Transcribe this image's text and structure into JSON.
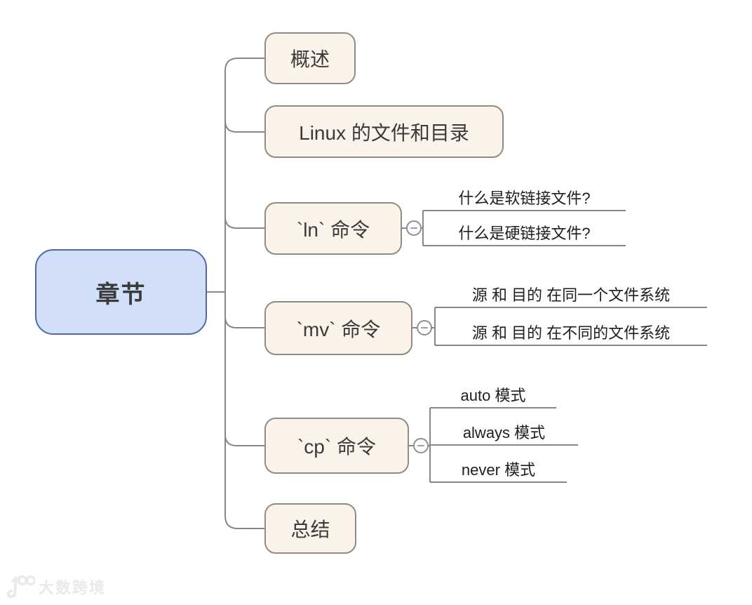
{
  "mindmap": {
    "root": {
      "label": "章节"
    },
    "branches": [
      {
        "label": "概述"
      },
      {
        "label": "Linux 的文件和目录"
      },
      {
        "label": "`ln` 命令",
        "children": [
          {
            "label": "什么是软链接文件?"
          },
          {
            "label": "什么是硬链接文件?"
          }
        ]
      },
      {
        "label": "`mv` 命令",
        "children": [
          {
            "label": "源 和 目的 在同一个文件系统"
          },
          {
            "label": "源 和 目的 在不同的文件系统"
          }
        ]
      },
      {
        "label": "`cp` 命令",
        "children": [
          {
            "label": "auto 模式"
          },
          {
            "label": "always 模式"
          },
          {
            "label": "never 模式"
          }
        ]
      },
      {
        "label": "总结"
      }
    ]
  },
  "icons": {
    "collapse": "minus-circle"
  },
  "colors": {
    "root_fill": "#D2DFF8",
    "root_border": "#4E6AA2",
    "branch_fill": "#FBF2E9",
    "branch_border": "#8F8B85",
    "connector": "#878787",
    "collapse_minus": "#8D9BCC"
  },
  "watermark": {
    "text": "大数跨境"
  }
}
